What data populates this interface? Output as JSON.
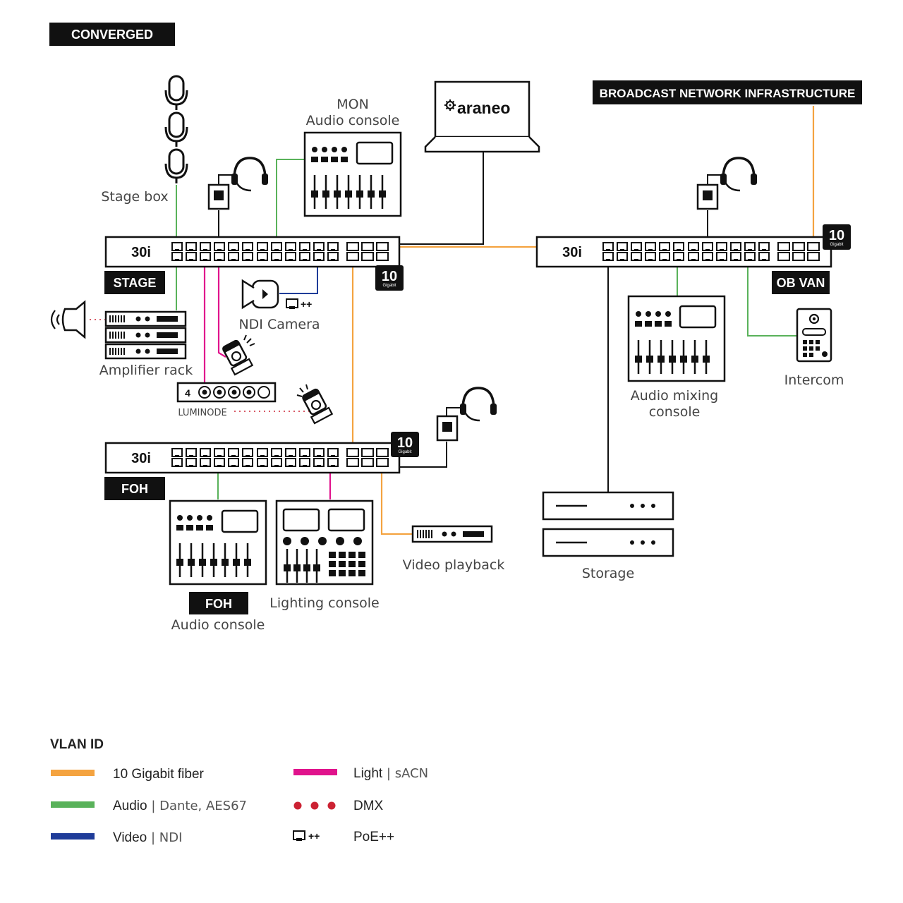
{
  "colors": {
    "fiber": "#F4A340",
    "audio": "#59B25A",
    "video": "#1F3C99",
    "light": "#E0138C",
    "dmx": "#CC2233",
    "device": "#111111",
    "tag_bg": "#111111",
    "tag_text": "#FFFFFF"
  },
  "header_tag": "CONVERGED",
  "infra_tag": "BROADCAST NETWORK INFRASTRUCTURE",
  "switches": {
    "stage": {
      "model": "30i",
      "tag": "STAGE",
      "badge": "10",
      "badge_sub": "Gigabit"
    },
    "foh": {
      "model": "30i",
      "tag": "FOH",
      "badge": "10",
      "badge_sub": "Gigabit"
    },
    "obvan": {
      "model": "30i",
      "tag": "OB VAN",
      "badge": "10",
      "badge_sub": "Gigabit"
    }
  },
  "laptop": {
    "brand": "araneo",
    "icon": "gear-logo-icon"
  },
  "devices": {
    "stage_box": "Stage box",
    "mon_console": [
      "MON",
      "Audio console"
    ],
    "amplifier_rack": "Amplifier rack",
    "ndi_camera": "NDI Camera",
    "poe_mark": "++",
    "luminode": "LUMINODE",
    "luminode_num": "4",
    "foh_console_tag": "FOH",
    "foh_console": "Audio console",
    "lighting_console": "Lighting console",
    "video_playback": "Video playback",
    "audio_mixing": [
      "Audio mixing",
      "console"
    ],
    "intercom": "Intercom",
    "storage": "Storage"
  },
  "legend": {
    "title": "VLAN ID",
    "items": [
      {
        "label": "10 Gigabit fiber",
        "sub": "",
        "kind": "line",
        "color": "#F4A340"
      },
      {
        "label": "Audio",
        "sub": "Dante, AES67",
        "kind": "line",
        "color": "#59B25A"
      },
      {
        "label": "Video",
        "sub": "NDI",
        "kind": "line",
        "color": "#1F3C99"
      },
      {
        "label": "Light",
        "sub": "sACN",
        "kind": "line",
        "color": "#E0138C"
      },
      {
        "label": "DMX",
        "sub": "",
        "kind": "dots",
        "color": "#CC2233"
      },
      {
        "label": "PoE++",
        "sub": "",
        "kind": "poe",
        "color": "#111111"
      }
    ],
    "separator": "|",
    "poe_glyph": "++"
  }
}
